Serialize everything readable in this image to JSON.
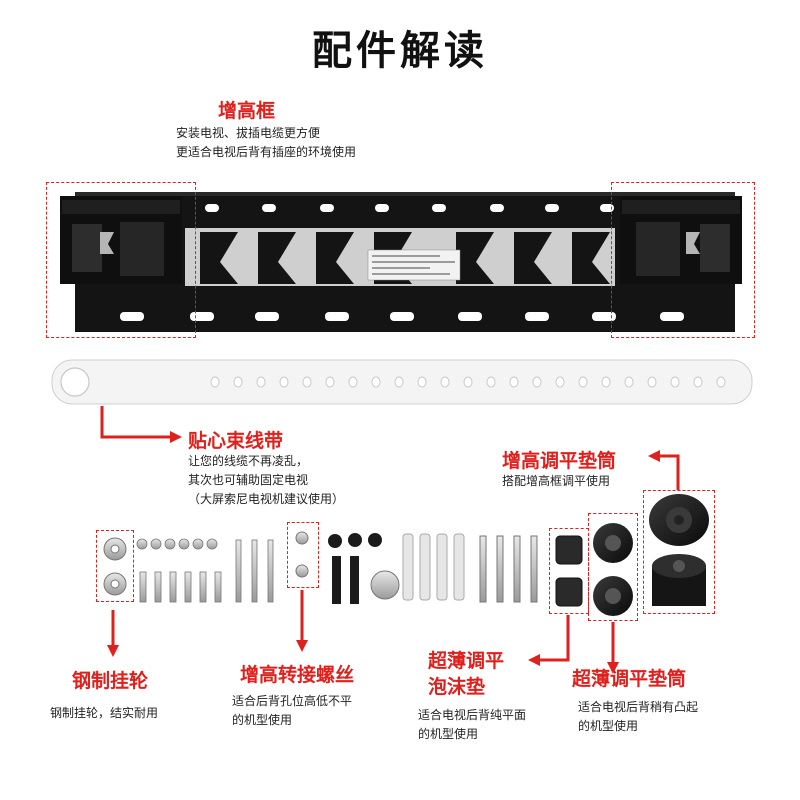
{
  "page_title": "配件解读",
  "sections": {
    "riser_frame": {
      "title": "增高框",
      "lines": [
        "安装电视、拔插电缆更方便",
        "更适合电视后背有插座的环境使用"
      ]
    },
    "cable_tie": {
      "title": "贴心束线带",
      "lines": [
        "让您的线缆不再凌乱，",
        "其次也可辅助固定电视",
        "（大屏索尼电视机建议使用）"
      ]
    },
    "leveling_tube": {
      "title": "增高调平垫筒",
      "lines": [
        "搭配增高框调平使用"
      ]
    },
    "steel_hook": {
      "title": "钢制挂轮",
      "lines": [
        "钢制挂轮，结实耐用"
      ]
    },
    "adapter_screw": {
      "title": "增高转接螺丝",
      "lines": [
        "适合后背孔位高低不平",
        "的机型使用"
      ]
    },
    "foam_pad": {
      "title_lines": [
        "超薄调平",
        "泡沫垫"
      ],
      "lines": [
        "适合电视后背纯平面",
        "的机型使用"
      ]
    },
    "thin_tube": {
      "title": "超薄调平垫筒",
      "lines": [
        "适合电视后背稍有凸起",
        "的机型使用"
      ]
    }
  },
  "colors": {
    "accent": "#e0201c",
    "bracket": "#141414",
    "strap": "#f4f4f4"
  }
}
